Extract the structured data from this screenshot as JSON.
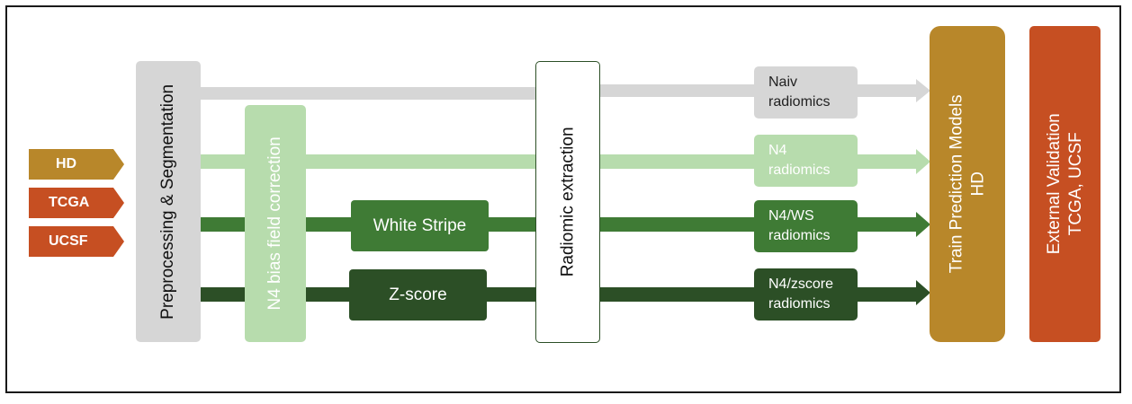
{
  "sources": [
    {
      "label": "HD",
      "color": "#b8872a"
    },
    {
      "label": "TCGA",
      "color": "#c64f22"
    },
    {
      "label": "UCSF",
      "color": "#c64f22"
    }
  ],
  "stages": {
    "preprocessing": "Preprocessing & Segmentation",
    "n4_correction": "N4 bias field correction",
    "white_stripe": "White Stripe",
    "zscore": "Z-score",
    "radiomic_extraction": "Radiomic extraction"
  },
  "outputs": [
    {
      "line1": "Naiv",
      "line2": "radiomics"
    },
    {
      "line1": "N4",
      "line2": "radiomics"
    },
    {
      "line1": "N4/WS",
      "line2": "radiomics"
    },
    {
      "line1": "N4/zscore",
      "line2": "radiomics"
    }
  ],
  "train": {
    "line1": "Train Prediction Models",
    "line2": "HD"
  },
  "validation": {
    "line1": "External Validation",
    "line2": "TCGA, UCSF"
  },
  "colors": {
    "gray": "#d6d6d6",
    "light_green": "#b7dcad",
    "mid_green": "#3f7b35",
    "dark_green": "#2c4f26",
    "gold": "#b8872a",
    "orange": "#c64f22"
  }
}
